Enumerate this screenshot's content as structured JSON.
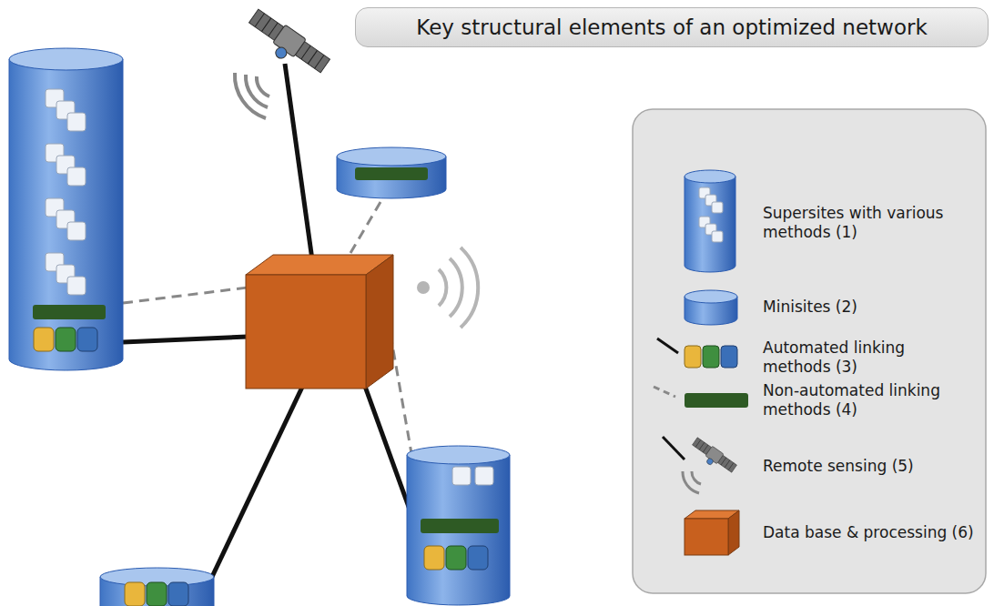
{
  "diagram": {
    "title": "Key structural elements of an optimized network",
    "legend": [
      {
        "text": "Supersites with various methods (1)"
      },
      {
        "text": "Minisites (2)"
      },
      {
        "text": "Automated linking methods (3)"
      },
      {
        "text": "Non-automated linking methods (4)"
      },
      {
        "text": "Remote sensing (5)"
      },
      {
        "text": "Data base & processing (6)"
      }
    ]
  }
}
